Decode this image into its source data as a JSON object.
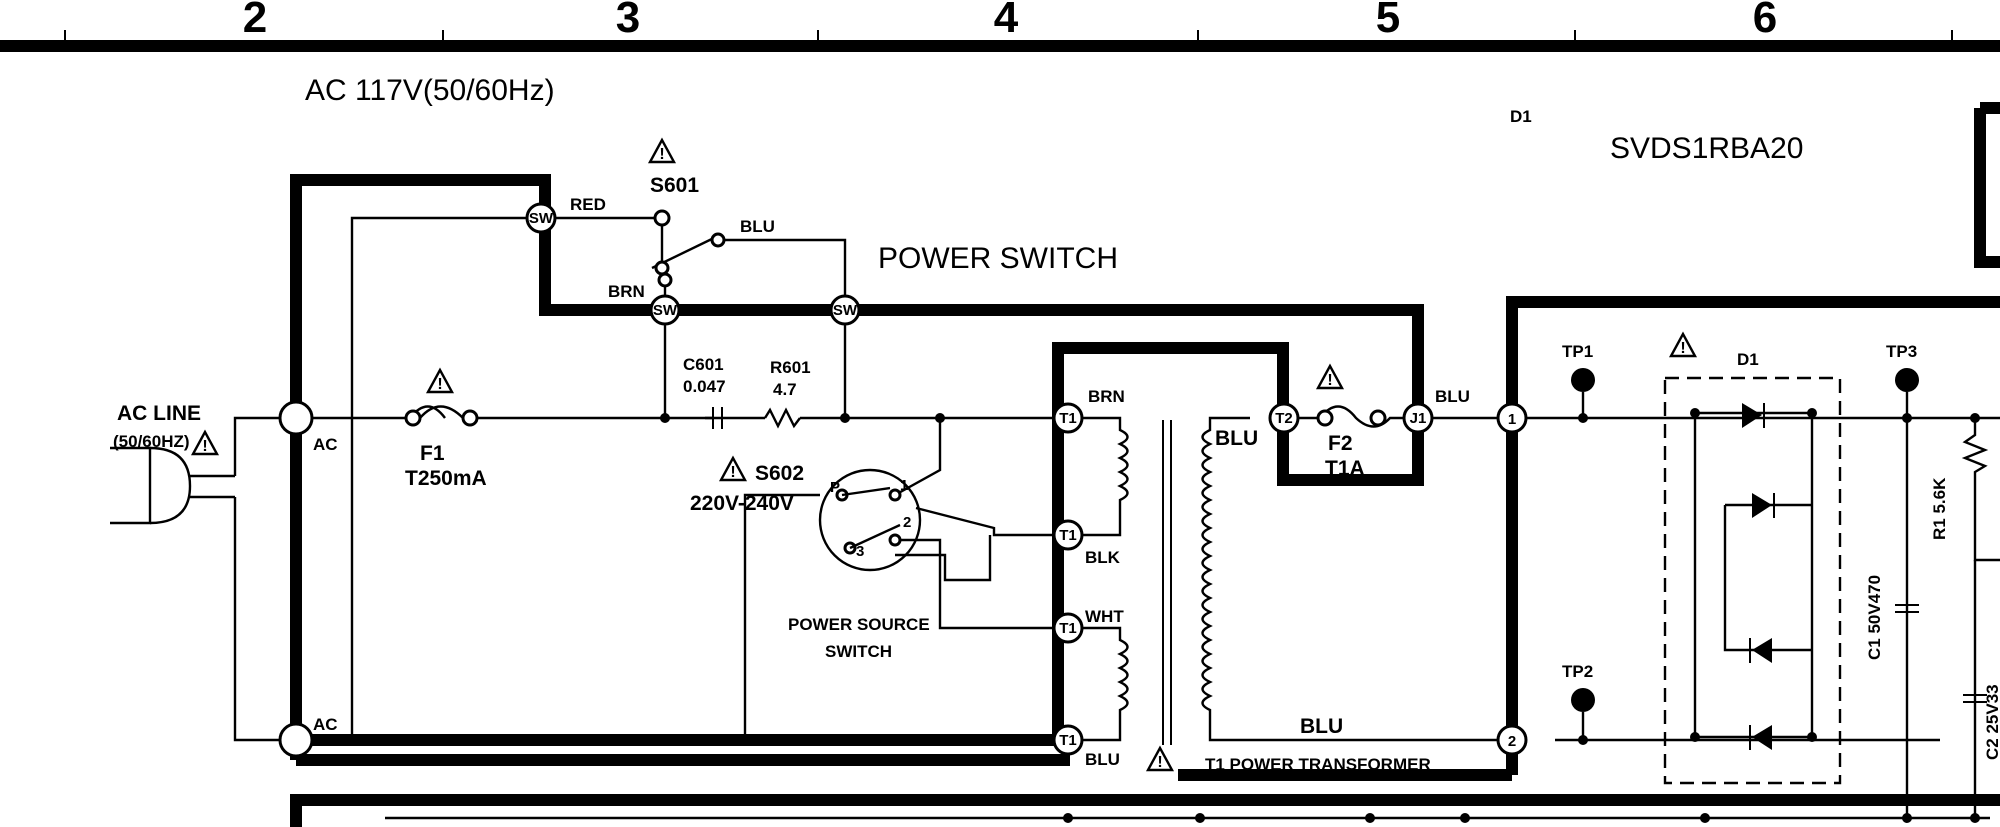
{
  "ruler": {
    "zones": [
      "2",
      "3",
      "4",
      "5",
      "6"
    ]
  },
  "labels": {
    "ac_supply": "AC 117V(50/60Hz)",
    "d1_small": "D1",
    "d1_part": "SVDS1RBA20",
    "power_switch": "POWER SWITCH",
    "s601": "S601",
    "red": "RED",
    "blu_sw": "BLU",
    "brn_sw": "BRN",
    "ac_line_1": "AC LINE",
    "ac_line_2": "(50/60HZ)",
    "ac_top": "AC",
    "ac_bottom": "AC",
    "f1": "F1",
    "f1_val": "T250mA",
    "c601": "C601",
    "c601_val": "0.047",
    "r601": "R601",
    "r601_val": "4.7",
    "s602": "S602",
    "s602_val": "220V-240V",
    "pss_1": "POWER SOURCE",
    "pss_2": "SWITCH",
    "brn_t": "BRN",
    "blk_t": "BLK",
    "wht_t": "WHT",
    "blu_t": "BLU",
    "blu_sec": "BLU",
    "blu_bot": "BLU",
    "f2": "F2",
    "f2_val": "T1A",
    "blu_j1": "BLU",
    "t1_label": "T1 POWER TRANSFORMER",
    "tp1": "TP1",
    "tp2": "TP2",
    "tp3": "TP3",
    "d1_bridge": "D1",
    "r1": "R1 5.6K",
    "c1": "C1 50V470",
    "c2": "C2 25V33",
    "sw": "SW",
    "t1": "T1",
    "t2": "T2",
    "j1": "J1",
    "n1": "1",
    "n2": "2",
    "p1": "1",
    "p2": "2",
    "p3": "3",
    "pp": "P"
  }
}
